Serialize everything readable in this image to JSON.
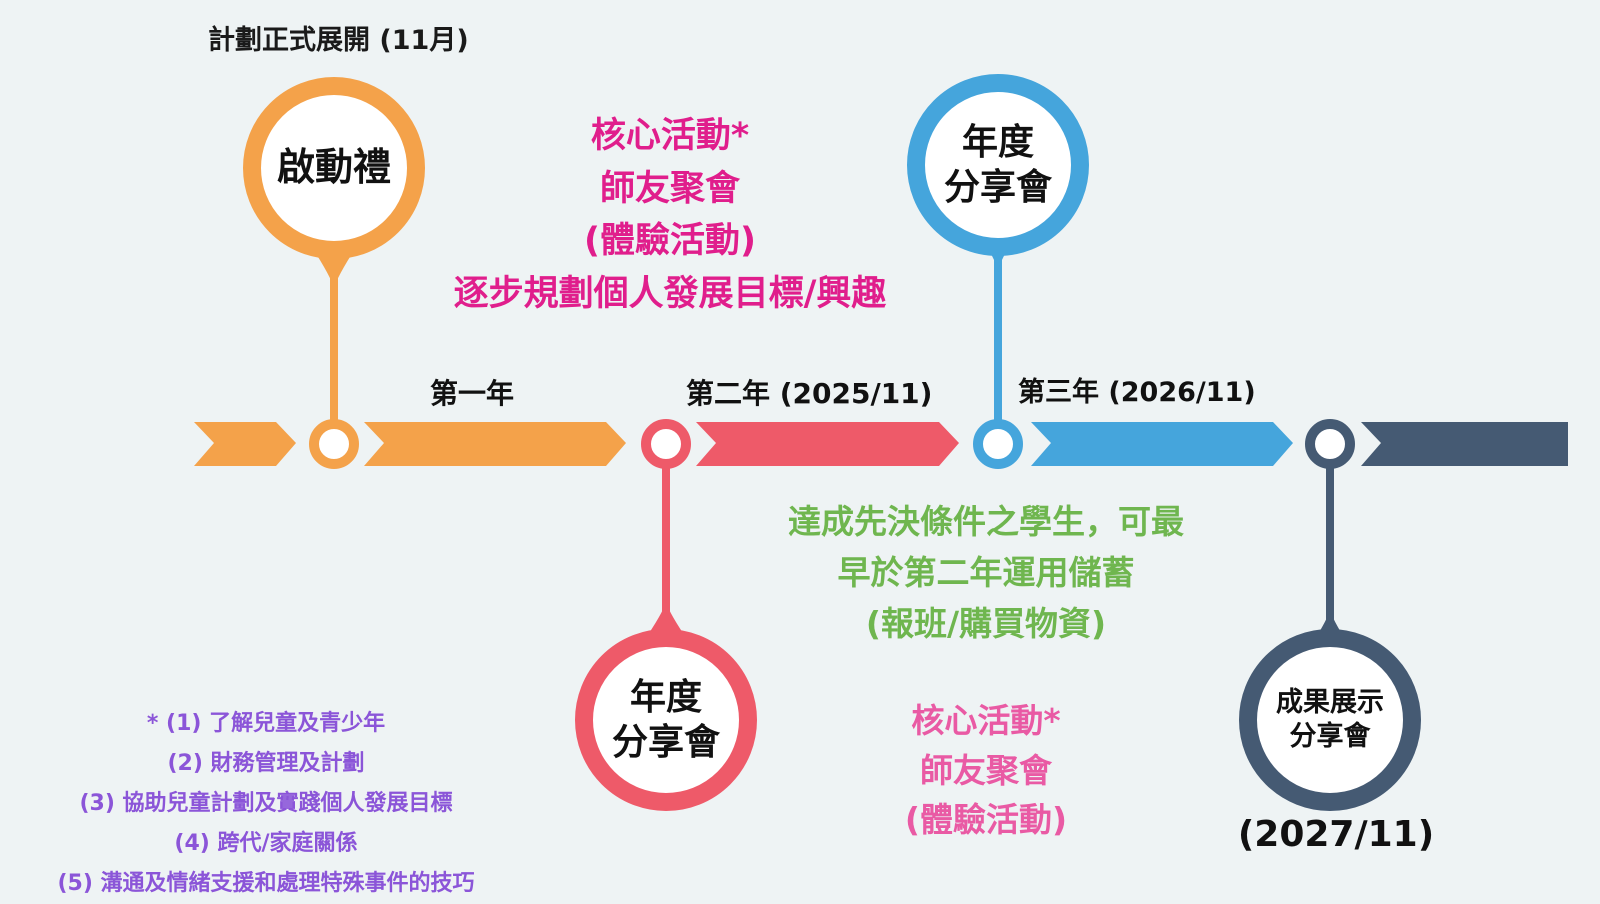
{
  "colors": {
    "orange": "#f4a24a",
    "red": "#ee5a69",
    "blue": "#45a5dc",
    "navy": "#455a73",
    "magenta": "#e01e8c",
    "pink": "#e95aa4",
    "green": "#6fb64f",
    "purple": "#8b55d8",
    "background": "#eef3f4"
  },
  "launch_caption": "計劃正式展開 (11月)",
  "nodes": {
    "kickoff": {
      "line1": "啟動禮",
      "line2": ""
    },
    "annual1": {
      "line1": "年度",
      "line2": "分享會"
    },
    "annual2": {
      "line1": "年度",
      "line2": "分享會"
    },
    "showcase": {
      "line1": "成果展示",
      "line2": "分享會"
    }
  },
  "years": {
    "year1": "第一年",
    "year2": "第二年 (2025/11)",
    "year3": "第三年 (2026/11)"
  },
  "end_date": "(2027/11)",
  "core_block_top": {
    "line1": "核心活動*",
    "line2": "師友聚會",
    "line3": "(體驗活動)",
    "line4": "逐步規劃個人發展目標/興趣"
  },
  "savings_block": {
    "line1": "達成先決條件之學生，可最",
    "line2": "早於第二年運用儲蓄",
    "line3": "(報班/購買物資)"
  },
  "core_block_bottom": {
    "line1": "核心活動*",
    "line2": "師友聚會",
    "line3": "(體驗活動)"
  },
  "footnotes": [
    "* (1) 了解兒童及青少年",
    "(2) 財務管理及計劃",
    "(3) 協助兒童計劃及實踐個人發展目標",
    "(4) 跨代/家庭關係",
    "(5) 溝通及情緒支援和處理特殊事件的技巧"
  ]
}
